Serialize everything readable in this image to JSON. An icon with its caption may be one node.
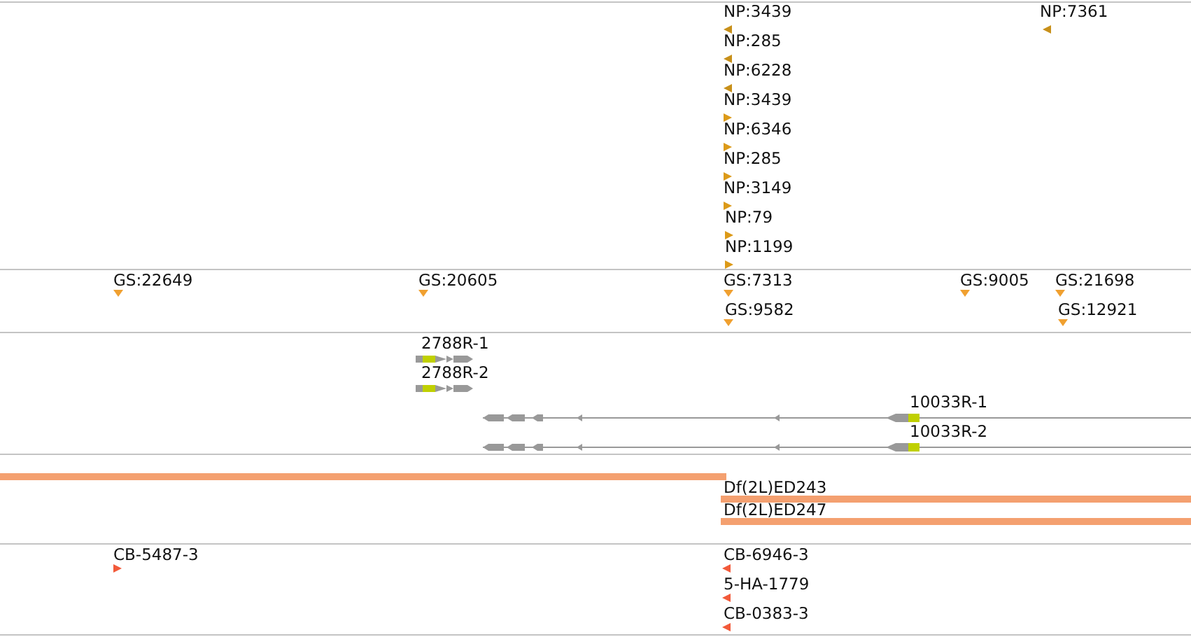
{
  "diagram": {
    "labels": [
      "NP:3439",
      "NP:7361",
      "NP:285",
      "NP:6228",
      "NP:3439",
      "NP:6346",
      "NP:285",
      "NP:3149",
      "NP:79",
      "NP:1199",
      "GS:22649",
      "GS:20605",
      "GS:7313",
      "GS:9005",
      "GS:21698",
      "GS:9582",
      "GS:12921",
      "2788R-1",
      "2788R-2",
      "10033R-1",
      "10033R-2",
      "Df(2L)ED243",
      "Df(2L)ED247",
      "CB-5487-3",
      "CB-6946-3",
      "5-HA-1779",
      "CB-0383-3"
    ]
  }
}
